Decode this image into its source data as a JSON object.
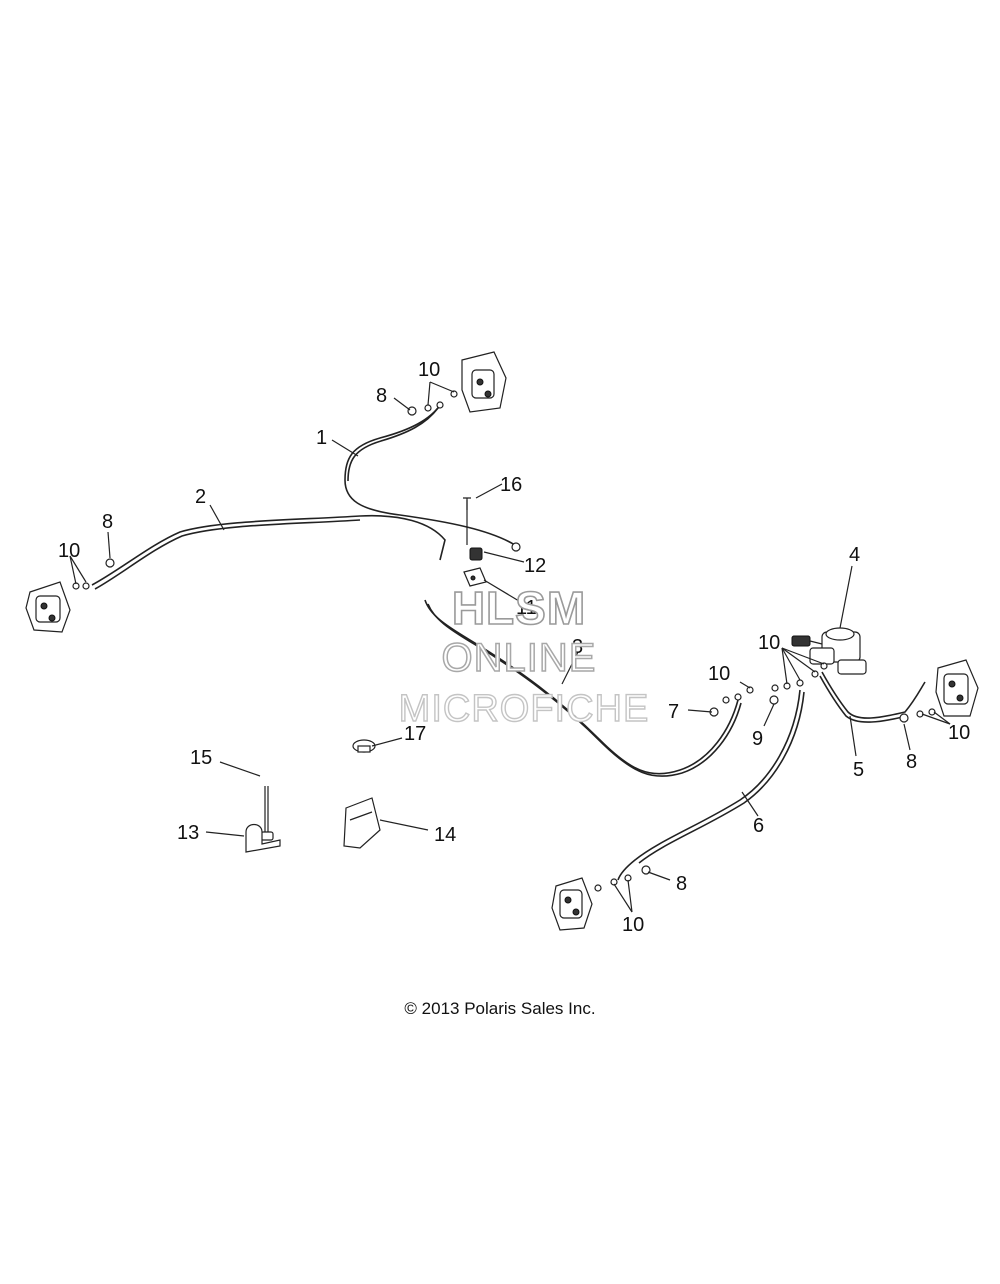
{
  "callouts": {
    "c1": "1",
    "c2": "2",
    "c3": "3",
    "c4": "4",
    "c5": "5",
    "c6": "6",
    "c7": "7",
    "c8a": "8",
    "c8b": "8",
    "c8c": "8",
    "c8d": "8",
    "c9": "9",
    "c10a": "10",
    "c10b": "10",
    "c10c": "10",
    "c10d": "10",
    "c10e": "10",
    "c10f": "10",
    "c11": "11",
    "c12": "12",
    "c13": "13",
    "c14": "14",
    "c15": "15",
    "c16": "16",
    "c17": "17"
  },
  "watermark": {
    "line1": "HLSM",
    "line2": "ONLINE",
    "line3": "MICROFICHE"
  },
  "copyright": "© 2013 Polaris Sales Inc.",
  "colors": {
    "ink": "#222222",
    "background": "#ffffff",
    "watermark_outline": "#9a9a9a"
  }
}
